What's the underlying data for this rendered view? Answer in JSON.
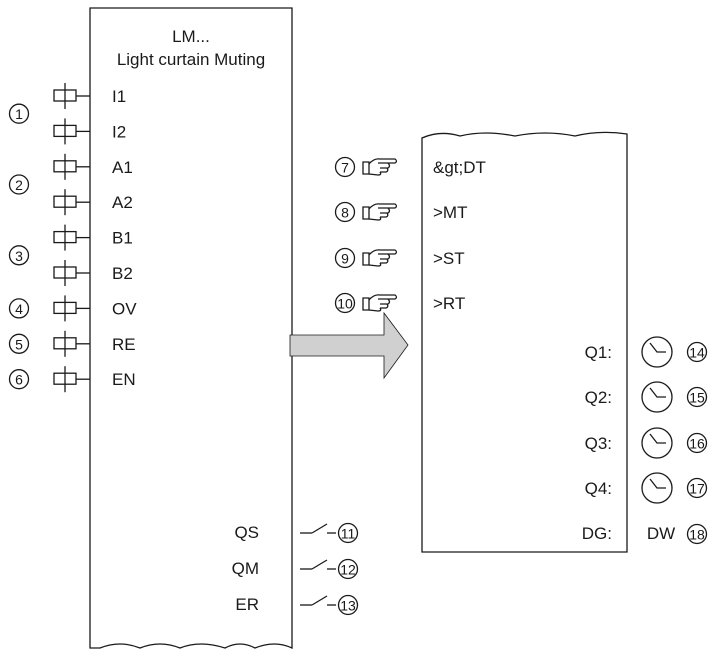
{
  "left_block": {
    "title_line1": "LM...",
    "title_line2": "Light curtain Muting",
    "inputs": [
      "I1",
      "I2",
      "A1",
      "A2",
      "B1",
      "B2",
      "OV",
      "RE",
      "EN"
    ],
    "outputs": [
      "QS",
      "QM",
      "ER"
    ]
  },
  "input_callouts": [
    "1",
    "2",
    "3",
    "4",
    "5",
    "6"
  ],
  "output_callouts": [
    "11",
    "12",
    "13"
  ],
  "right_block": {
    "params": [
      "&gt;DT",
      ">MT",
      ">ST",
      ">RT"
    ],
    "outputs": [
      "Q1:",
      "Q2:",
      "Q3:",
      "Q4:",
      "DG:"
    ],
    "dg_value": "DW"
  },
  "param_callouts": [
    "7",
    "8",
    "9",
    "10"
  ],
  "timer_callouts": [
    "14",
    "15",
    "16",
    "17"
  ],
  "dg_callout": "18",
  "colors": {
    "arrow_fill": "#d0d0d0",
    "stroke": "#1a1a1a"
  },
  "icons": {
    "input": "contact-coil-icon",
    "param": "pointing-hand-icon",
    "output": "relay-contact-icon",
    "timer": "clock-icon"
  }
}
